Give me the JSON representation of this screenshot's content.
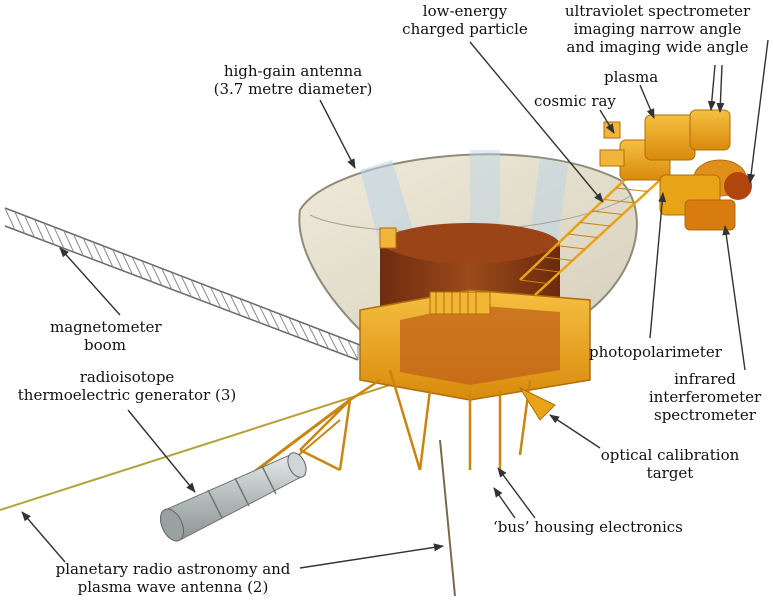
{
  "labels": {
    "low_energy": [
      "low-energy",
      "charged particle"
    ],
    "uv_spectrometer": [
      "ultraviolet spectrometer",
      "imaging narrow angle",
      "and imaging wide angle"
    ],
    "plasma": "plasma",
    "cosmic_ray": "cosmic ray",
    "high_gain": [
      "high-gain antenna",
      "(3.7 metre diameter)"
    ],
    "magnetometer": [
      "magnetometer",
      "boom"
    ],
    "rtg": [
      "radioisotope",
      "thermoelectric generator (3)"
    ],
    "photopolarimeter": "photopolarimeter",
    "infrared": [
      "infrared",
      "interferometer",
      "spectrometer"
    ],
    "optical_calibration": [
      "optical calibration",
      "target"
    ],
    "bus_housing": "‘bus’ housing electronics",
    "planetary_radio": [
      "planetary radio astronomy and",
      "plasma wave antenna (2)"
    ]
  },
  "colors": {
    "frame_gold": "#e8a317",
    "frame_dark": "#b06d0c",
    "bus_brown": "#8a3a14",
    "dish_fill": "#e6e0cf",
    "dish_rim": "#8f8a7a",
    "dish_stripe": "#b9d4e6",
    "boom_line": "#6a6a6a",
    "rtg_grey": "#bfc4c4",
    "arrow": "#333333"
  }
}
